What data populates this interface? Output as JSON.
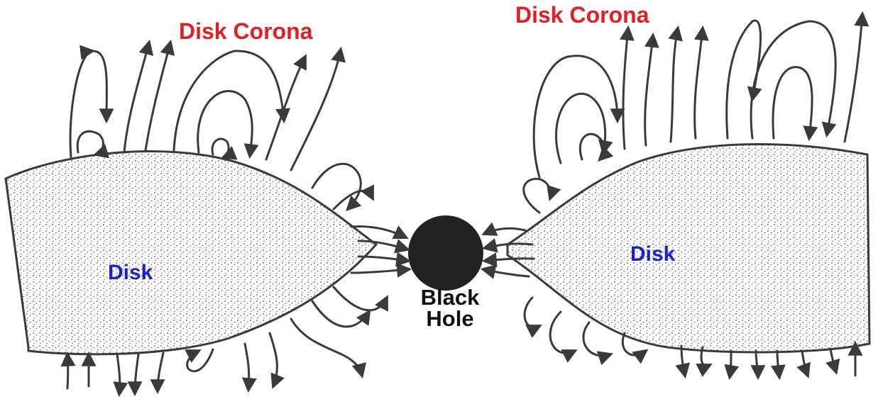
{
  "labels": {
    "corona_left": "Disk Corona",
    "corona_right": "Disk Corona",
    "disk_left": "Disk",
    "disk_right": "Disk",
    "black_hole": "Black Hole"
  },
  "colors": {
    "corona_text": "#e31e24",
    "disk_text": "#1f22c9",
    "black_hole_text": "#111111",
    "line": "#3a3a3a",
    "black_hole_fill": "#222222",
    "stipple": "#555555"
  }
}
